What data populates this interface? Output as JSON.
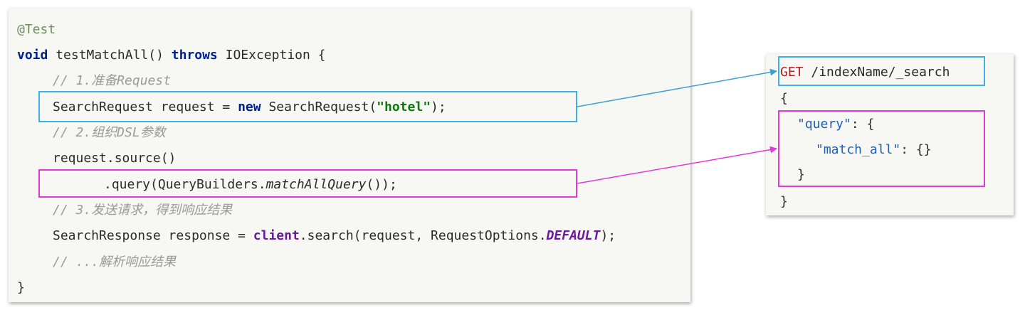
{
  "java_code": {
    "annotation": "@Test",
    "void_kw": "void",
    "method_sig": " testMatchAll() ",
    "throws_kw": "throws",
    "exception_part": " IOException {",
    "comment_1": "// 1.准备Request",
    "req_decl": "SearchRequest request = ",
    "new_kw": "new",
    "req_ctor": " SearchRequest(",
    "index_string": "\"hotel\"",
    "req_end": ");",
    "comment_2": "// 2.组织DSL参数",
    "source_call": "request.source()",
    "query_prefix": ".query(QueryBuilders.",
    "query_method": "matchAllQuery",
    "query_suffix": "());",
    "comment_3": "// 3.发送请求，得到响应结果",
    "resp_decl": "SearchResponse response = ",
    "client_field": "client",
    "search_call": ".search(request, RequestOptions.",
    "default_const": "DEFAULT",
    "search_end": ");",
    "comment_4": "// ...解析响应结果",
    "close_brace": "}"
  },
  "dsl_code": {
    "method": "GET",
    "path": " /indexName/_search",
    "open_brace": "{",
    "query_key": "\"query\"",
    "query_rest": ": {",
    "match_all_key": "\"match_all\"",
    "match_all_rest": ": {}",
    "inner_close": "}",
    "outer_close": "}"
  },
  "colors": {
    "request_highlight": "#3db0e6",
    "query_highlight": "#e03ad8",
    "keyword": "#001f8f",
    "string": "#0b7a0b",
    "comment": "#9a9a9a",
    "field": "#6a1a9a",
    "http_method": "#b22222",
    "json_key": "#1f5fb5"
  }
}
